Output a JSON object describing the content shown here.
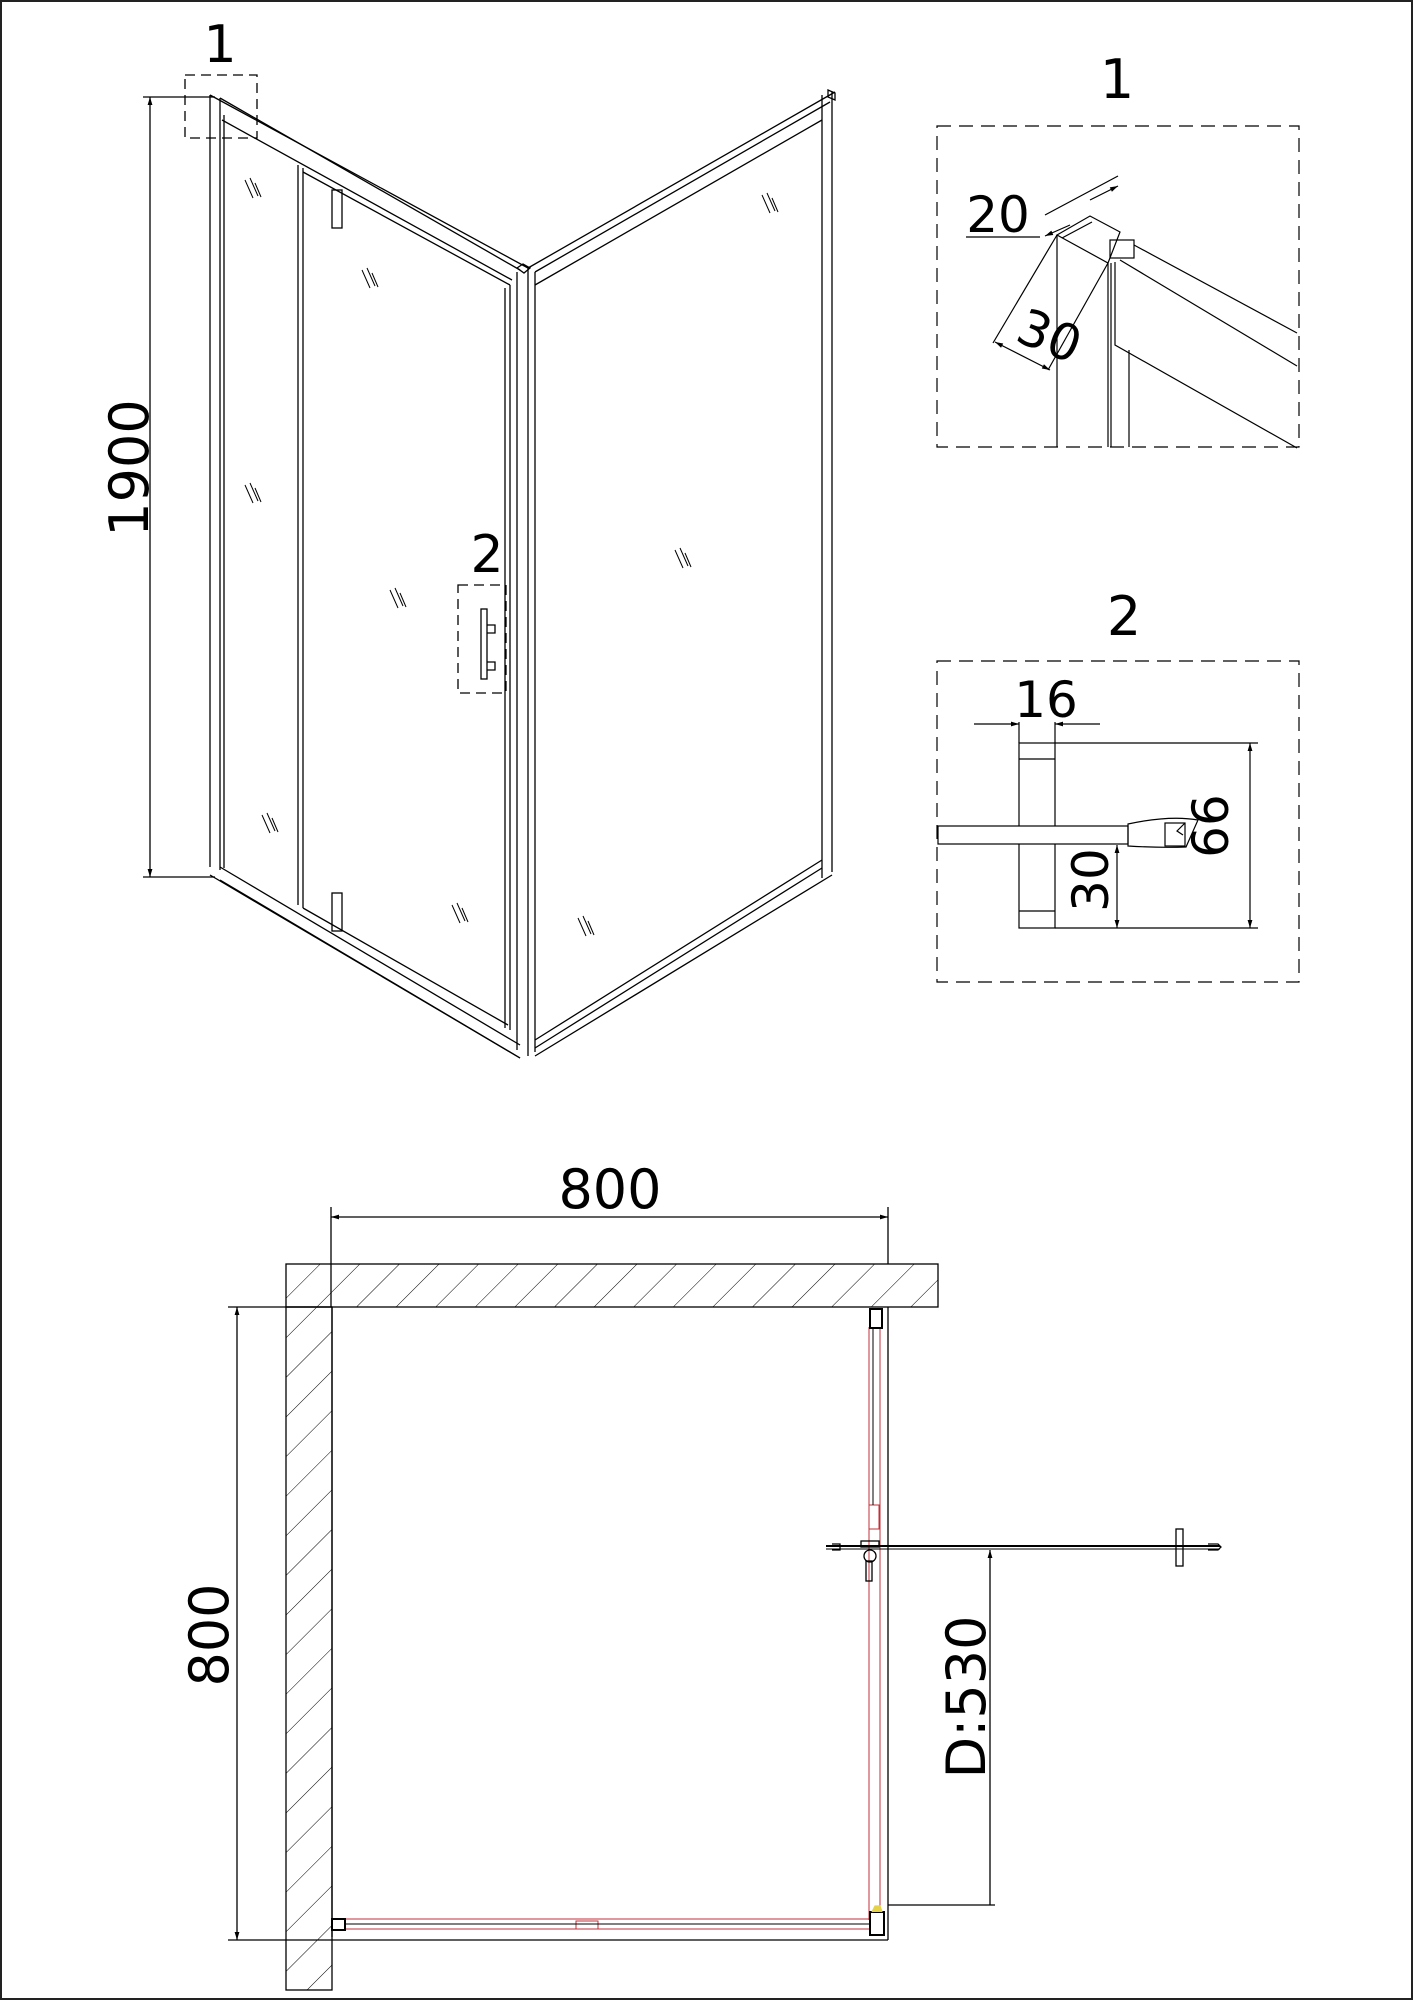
{
  "drawing": {
    "type": "shower enclosure technical drawing",
    "colors": {
      "line": "#000000",
      "hatch": "#000000",
      "door_plan": "#c0303a",
      "seal_accent": "#e6d24a",
      "background": "#ffffff"
    }
  },
  "isometric_view": {
    "height_dim": "1900",
    "callout_1": "1",
    "callout_2": "2"
  },
  "detail_1": {
    "title": "1",
    "dim_width": "20",
    "dim_depth": "30"
  },
  "detail_2": {
    "title": "2",
    "dim_width": "16",
    "dim_height_total": "66",
    "dim_height_offset": "30"
  },
  "plan_view": {
    "width_dim": "800",
    "depth_dim": "800",
    "door_dim": "D:530"
  }
}
